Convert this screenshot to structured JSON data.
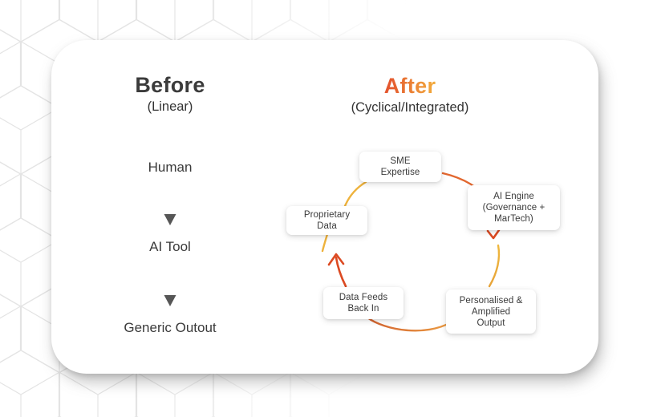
{
  "before": {
    "title": "Before",
    "subtitle": "(Linear)",
    "steps": [
      "Human",
      "AI Tool",
      "Generic Outout"
    ]
  },
  "after": {
    "title": "After",
    "subtitle": "(Cyclical/Integrated)",
    "cycle_nodes": [
      {
        "label": "SME\nExpertise"
      },
      {
        "label": "AI Engine\n(Governance +\nMarTech)"
      },
      {
        "label": "Personalised &\nAmplified\nOutput"
      },
      {
        "label": "Data Feeds\nBack In"
      },
      {
        "label": "Proprietary\nData"
      }
    ]
  },
  "colors": {
    "text_dark": "#3b3b3b",
    "after_gradient_start": "#e4572e",
    "after_gradient_end": "#f2a93b",
    "arc_gold": "#eeb23c",
    "arc_orange": "#e2672f",
    "arc_red": "#dc4a22",
    "arc_bottom_start": "#d2622f",
    "arc_bottom_end": "#ec9c42",
    "gray_arrow": "#565656",
    "hex_pattern_stroke": "#e4e4e4",
    "card_background": "#ffffff"
  }
}
